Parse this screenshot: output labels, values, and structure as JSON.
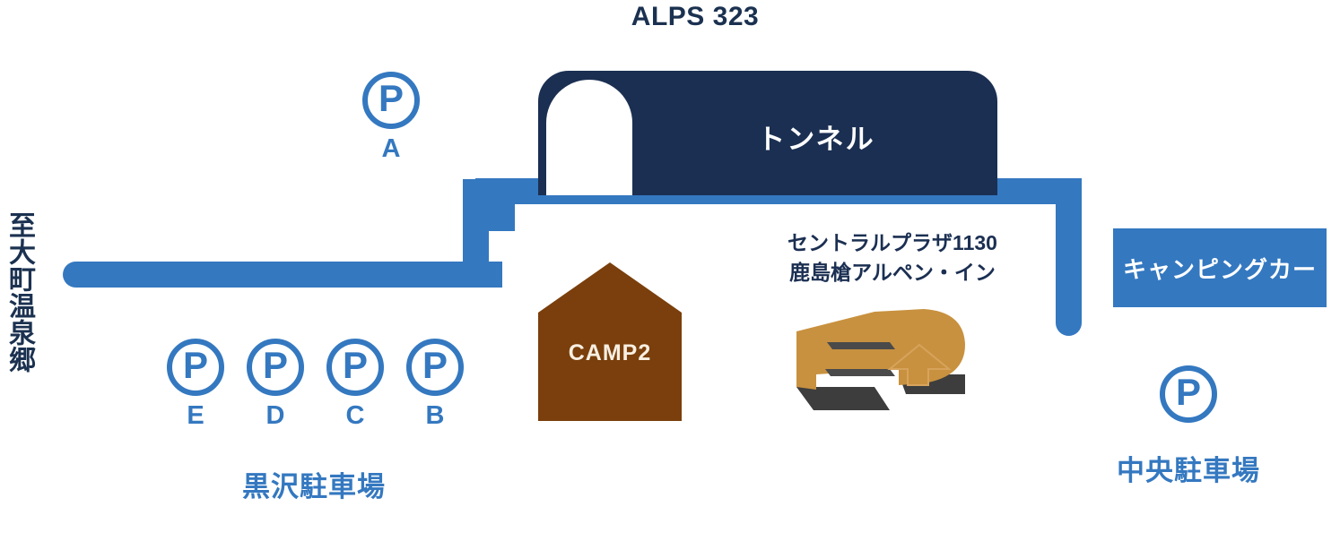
{
  "map": {
    "title": "ALPS 323",
    "destination_label": "至大町温泉郷",
    "colors": {
      "road_blue": "#3478c0",
      "tunnel_navy": "#1b2f52",
      "title_navy": "#1b3150",
      "camp_brown": "#7a3f0c",
      "building_tan": "#c8913f",
      "building_shadow": "#3d3d3d",
      "camp_text": "#f7efe2"
    }
  },
  "tunnel": {
    "label": "トンネル"
  },
  "parking": {
    "a": {
      "icon": "parking-p-icon",
      "label": "A"
    },
    "e": {
      "icon": "parking-p-icon",
      "label": "E"
    },
    "d": {
      "icon": "parking-p-icon",
      "label": "D"
    },
    "c": {
      "icon": "parking-p-icon",
      "label": "C"
    },
    "b": {
      "icon": "parking-p-icon",
      "label": "B"
    },
    "central": {
      "icon": "parking-p-icon",
      "label": "P"
    },
    "p_glyph": "P",
    "kurosawa_caption": "黒沢駐車場",
    "central_caption": "中央駐車場"
  },
  "camp": {
    "label": "CAMP2"
  },
  "plaza": {
    "line1": "セントラルプラザ1130",
    "line2": "鹿島槍アルペン・イン"
  },
  "camping_car": {
    "label": "キャンピングカー"
  }
}
